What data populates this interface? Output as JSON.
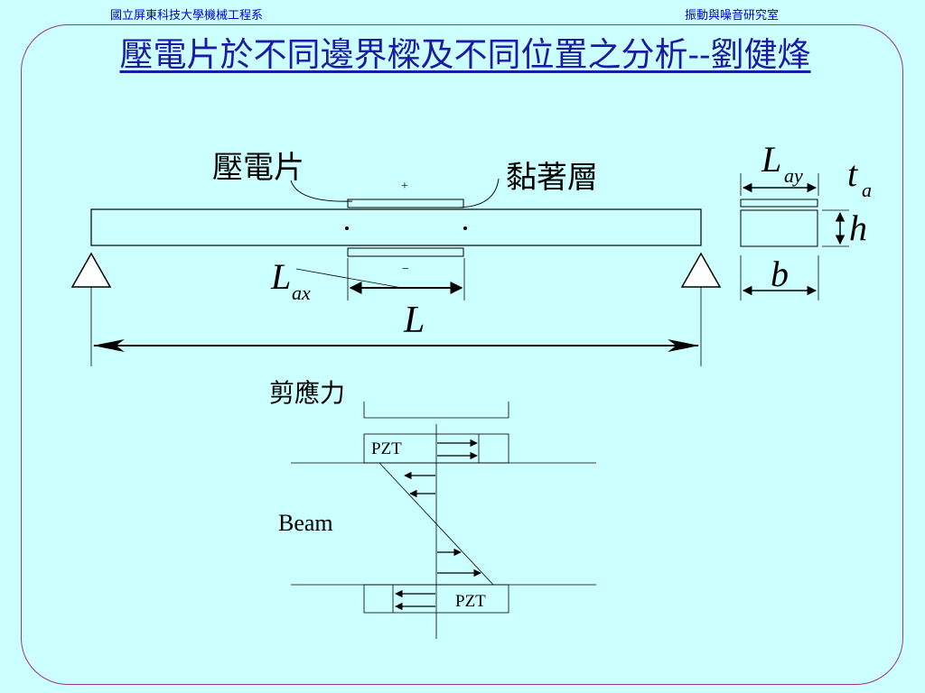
{
  "header": {
    "left": "國立屏東科技大學機械工程系",
    "right": "振動與噪音研究室"
  },
  "slide": {
    "title": "壓電片於不同邊界樑及不同位置之分析--劉健烽"
  },
  "beam_diagram": {
    "label_piezo": "壓電片",
    "label_adhesive": "黏著層",
    "plus_sign": "+",
    "minus_sign": "−",
    "label_L": "L",
    "label_Lax_main": "L",
    "label_Lax_sub": "ax",
    "label_Lay_main": "L",
    "label_Lay_sub": "ay",
    "label_ta_main": "t",
    "label_ta_sub": "a",
    "label_h": "h",
    "label_b": "b"
  },
  "shear_diagram": {
    "title": "剪應力",
    "label_pzt_top": "PZT",
    "label_pzt_bottom": "PZT",
    "label_beam": "Beam"
  }
}
